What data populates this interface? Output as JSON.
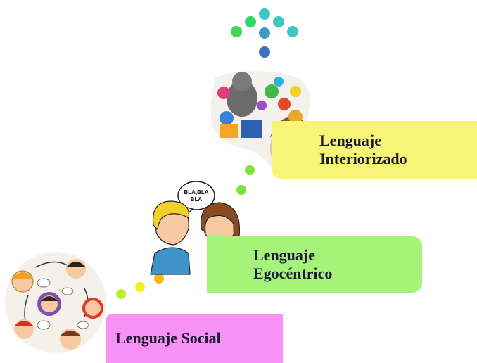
{
  "stages": {
    "social": {
      "label": "Lenguaje Social"
    },
    "egocentrico": {
      "line1": "Lenguaje",
      "line2": "Egocéntrico"
    },
    "interiorizado": {
      "line1": "Lenguaje",
      "line2": "Interiorizado"
    }
  },
  "speech_bubble": {
    "line1": "BLA,BLA",
    "line2": "BLA"
  },
  "colors": {
    "social": "#f792f4",
    "egocentrico": "#a6f37a",
    "interiorizado": "#f6f576",
    "dot_yellow": "#eef21b",
    "dot_orange": "#f6b81e",
    "dot_green": "#7ee33a",
    "dot_teal": "#3cc7c0",
    "dot_blue": "#3d7ec4",
    "dot_bright_green": "#2fd86a"
  },
  "icons": [
    "children-circle-icon",
    "talking-kids-icon",
    "child-thinking-icon",
    "arrow-dots-icon"
  ]
}
